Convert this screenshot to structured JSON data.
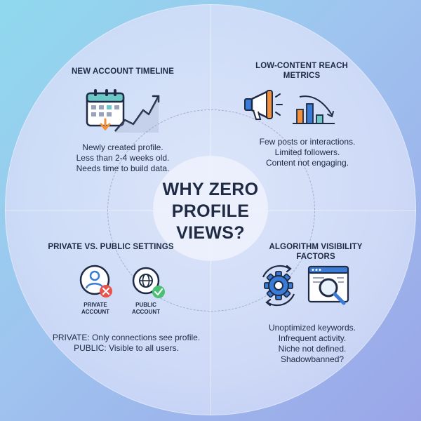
{
  "center": {
    "title_line1": "WHY ZERO",
    "title_line2": "PROFILE",
    "title_line3": "VIEWS?"
  },
  "quadrants": {
    "top_left": {
      "title": "NEW ACCOUNT TIMELINE",
      "lines": [
        "Newly created profile.",
        "Less than 2-4 weeks old.",
        "Needs time to build data."
      ],
      "icon": "calendar-growth-icon"
    },
    "top_right": {
      "title_line1": "LOW-CONTENT REACH",
      "title_line2": "METRICS",
      "lines": [
        "Few posts or interactions.",
        "Limited followers.",
        "Content not engaging."
      ],
      "icons": [
        "megaphone-icon",
        "declining-bar-chart-icon"
      ]
    },
    "bottom_left": {
      "title": "PRIVATE VS. PUBLIC SETTINGS",
      "private_label_line1": "PRIVATE",
      "private_label_line2": "ACCOUNT",
      "public_label_line1": "PUBLIC",
      "public_label_line2": "ACCOUNT",
      "line1_key": "PRIVATE:",
      "line1_rest": " Only connections see profile.",
      "line2_key": "PUBLIC:",
      "line2_rest": " Visible to all users.",
      "icons": [
        "user-x-icon",
        "globe-check-icon"
      ]
    },
    "bottom_right": {
      "title": "ALGORITHM VISIBILITY FACTORS",
      "lines": [
        "Unoptimized keywords.",
        "Infrequent activity.",
        "Niche not defined.",
        "Shadowbanned?"
      ],
      "icons": [
        "gear-cycle-icon",
        "search-window-icon"
      ]
    }
  },
  "colors": {
    "navy": "#1f2a44",
    "blue": "#3a7bd5",
    "orange": "#f2913a",
    "green": "#4bbf73",
    "red": "#e8534b",
    "teal": "#6cc7c7"
  }
}
